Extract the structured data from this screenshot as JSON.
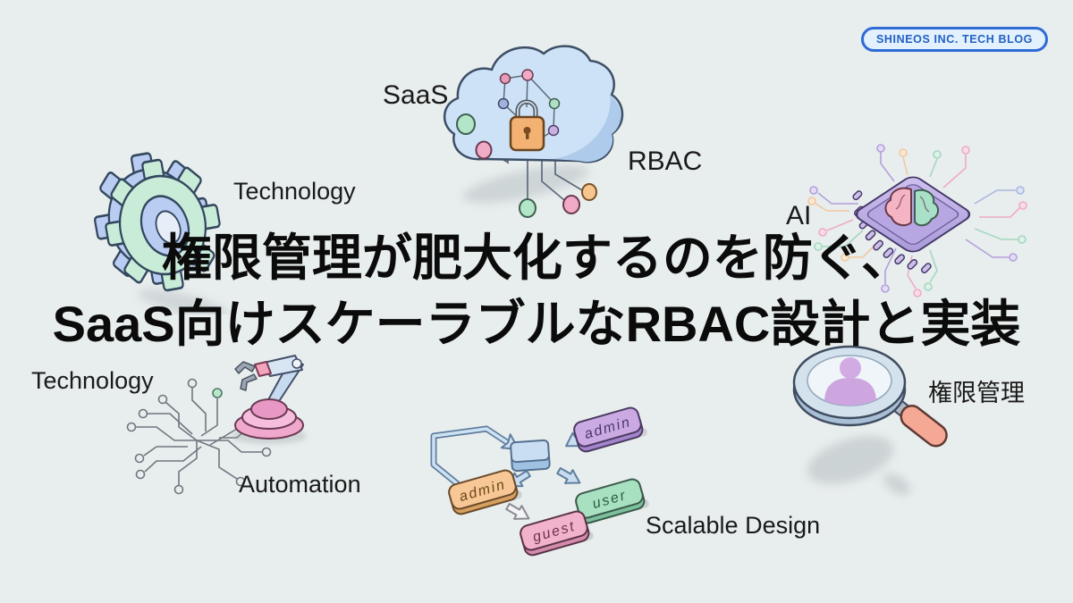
{
  "page": {
    "background": "#e8eded"
  },
  "badge": {
    "label": "SHINEOS INC. TECH BLOG",
    "text_color": "#2161c4",
    "border_color": "#2e6bd4",
    "bg_color": "#e3f0fd"
  },
  "title": {
    "line1": "権限管理が肥大化するのを防ぐ、",
    "line2": "SaaS向けスケーラブルなRBAC設計と実装",
    "color": "#0b0b0b"
  },
  "labels": {
    "saas": "SaaS",
    "technology_top": "Technology",
    "rbac": "RBAC",
    "ai": "AI",
    "technology_left": "Technology",
    "automation": "Automation",
    "scalable_design": "Scalable Design",
    "access_control": "権限管理"
  },
  "flowchart": {
    "nodes": [
      {
        "label": "admin",
        "color": "#cbaae4"
      },
      {
        "label": "admin",
        "color": "#f7c896"
      },
      {
        "label": "user",
        "color": "#a8e0c2"
      },
      {
        "label": "guest",
        "color": "#f2b2cc"
      }
    ],
    "hub_color": "#c9def2"
  },
  "icons": {
    "gear": "isometric-gear",
    "cloud_lock": "cloud-padlock-network",
    "ai_chip": "brain-chip-circuit",
    "robot_arm": "robot-arm-with-circuit",
    "magnifier": "magnifier-user-search",
    "flowchart": "role-hierarchy-flowchart"
  }
}
